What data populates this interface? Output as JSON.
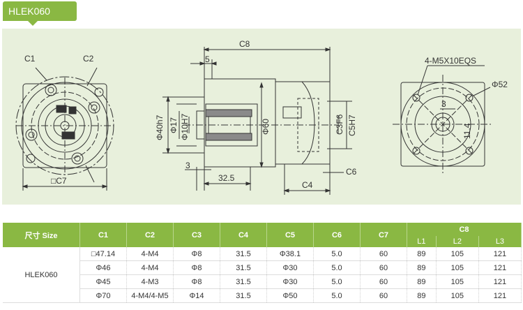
{
  "header": {
    "title": "HLEK060"
  },
  "drawing": {
    "labels": {
      "c1": "C1",
      "c2": "C2",
      "c7": "□C7",
      "c8": "C8",
      "five": "5",
      "phi40": "Φ40h7",
      "phi17": "Φ17",
      "phi10": "Φ10H7",
      "phi60": "Φ60",
      "c3f6": "C3F6",
      "c5h7": "C5H7",
      "three": "3",
      "d325": "32.5",
      "c6": "C6",
      "c4": "C4",
      "bolt": "4-M5X10EQS",
      "phi52": "Φ52",
      "three_b": "3",
      "d114": "11.4"
    }
  },
  "table": {
    "headers": [
      "尺寸 Size",
      "C1",
      "C2",
      "C3",
      "C4",
      "C5",
      "C6",
      "C7",
      "C8"
    ],
    "subheaders": [
      "L1",
      "L2",
      "L3"
    ],
    "model": "HLEK060",
    "rows": [
      [
        "□47.14",
        "4-M4",
        "Φ8",
        "31.5",
        "Φ38.1",
        "5.0",
        "60",
        "89",
        "105",
        "121"
      ],
      [
        "Φ46",
        "4-M4",
        "Φ8",
        "31.5",
        "Φ30",
        "5.0",
        "60",
        "89",
        "105",
        "121"
      ],
      [
        "Φ45",
        "4-M3",
        "Φ8",
        "31.5",
        "Φ30",
        "5.0",
        "60",
        "89",
        "105",
        "121"
      ],
      [
        "Φ70",
        "4-M4/4-M5",
        "Φ14",
        "31.5",
        "Φ50",
        "5.0",
        "60",
        "89",
        "105",
        "121"
      ]
    ]
  }
}
